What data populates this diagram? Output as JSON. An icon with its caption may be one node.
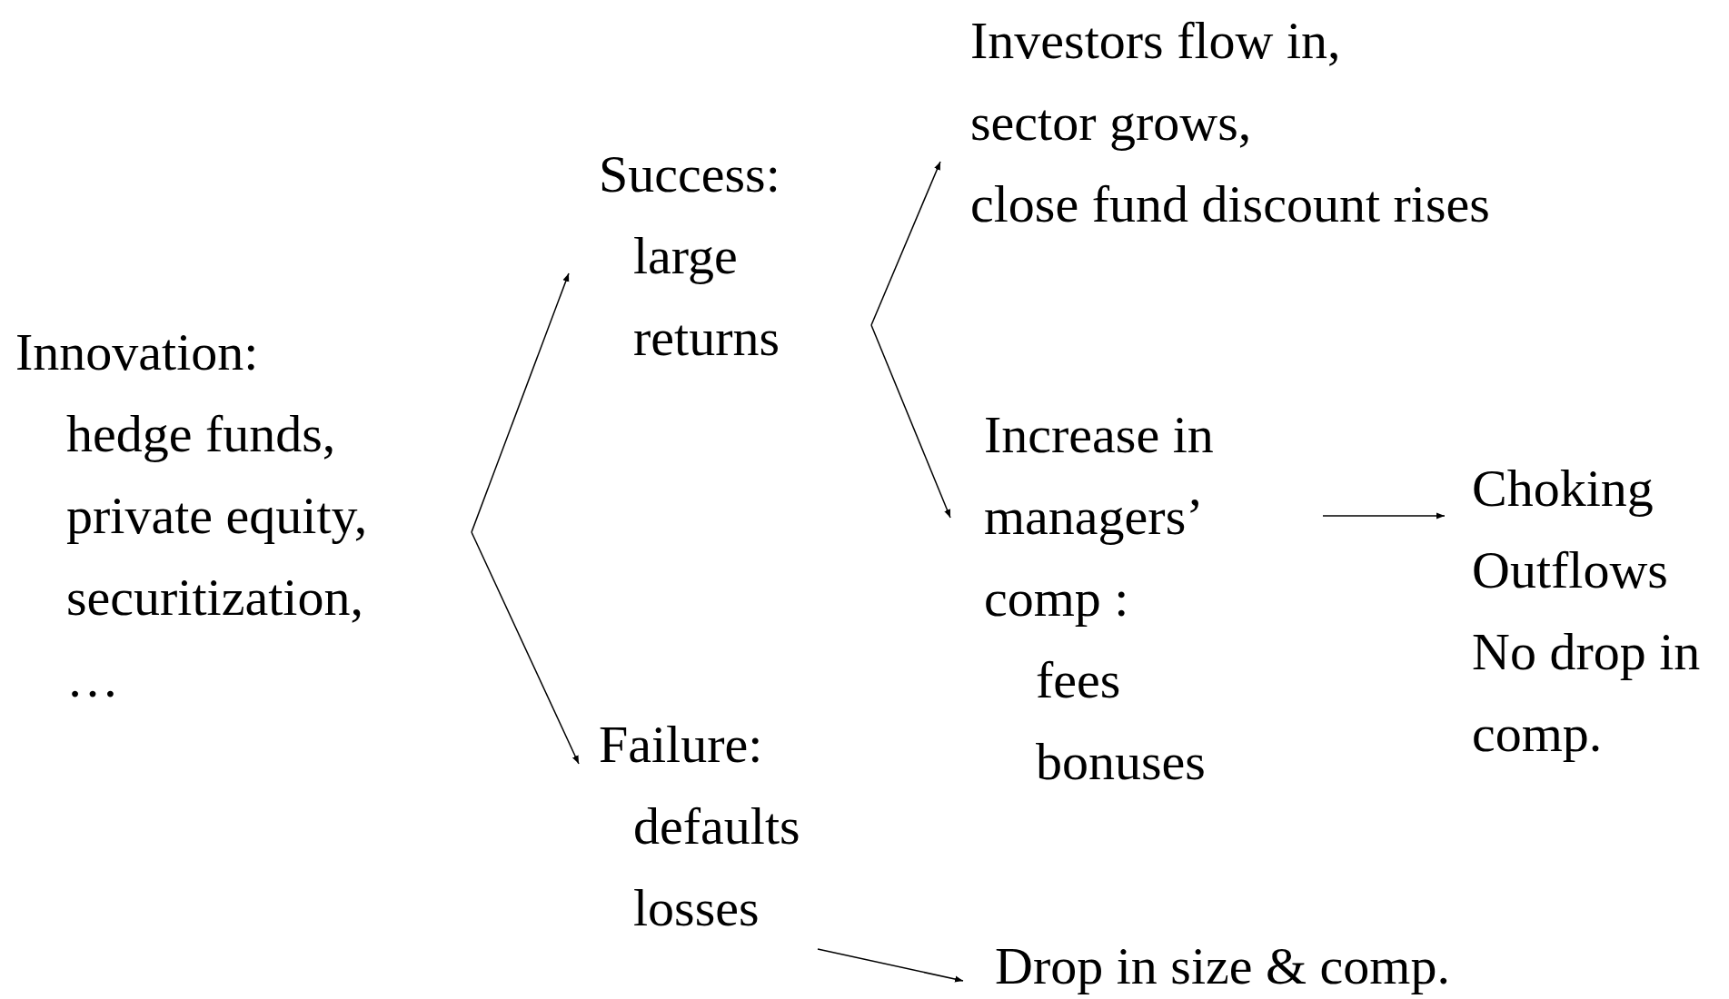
{
  "diagram": {
    "nodes": [
      {
        "text": [
          "Innovation:",
          "hedge funds,",
          "private equity,",
          "securitization,",
          "…"
        ]
      },
      {
        "text": [
          "Success:",
          "large returns"
        ]
      },
      {
        "text": [
          "Failure:",
          "defaults",
          "losses"
        ]
      },
      {
        "text": [
          "Investors flow in,",
          "sector grows,",
          "close fund discount rises"
        ]
      },
      {
        "text": [
          "Increase in managers’ comp :",
          "fees",
          "bonuses"
        ]
      },
      {
        "text": [
          "Choking Outflows",
          "No drop in comp."
        ]
      },
      {
        "text": [
          "Drop in size & comp."
        ]
      }
    ],
    "edges": [
      {
        "from": 0,
        "to": 1,
        "arrow": "to"
      },
      {
        "from": 0,
        "to": 2,
        "arrow": "to"
      },
      {
        "from": 1,
        "to": 3,
        "arrow": "to"
      },
      {
        "from": 1,
        "to": 4,
        "arrow": "to"
      },
      {
        "from": 4,
        "to": 5,
        "arrow": "to"
      },
      {
        "from": 2,
        "to": 6,
        "arrow": "to"
      }
    ]
  }
}
